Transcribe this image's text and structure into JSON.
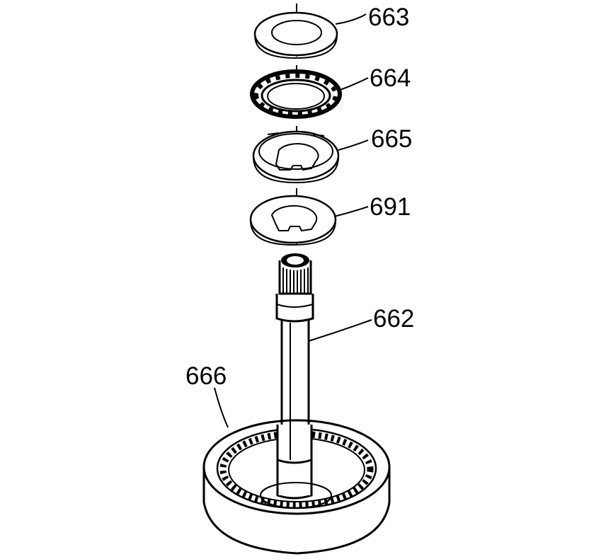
{
  "callouts": {
    "part_663": "663",
    "part_664": "664",
    "part_665": "665",
    "part_691": "691",
    "part_662": "662",
    "part_666": "666"
  },
  "colors": {
    "line": "#000000",
    "background": "#ffffff"
  }
}
